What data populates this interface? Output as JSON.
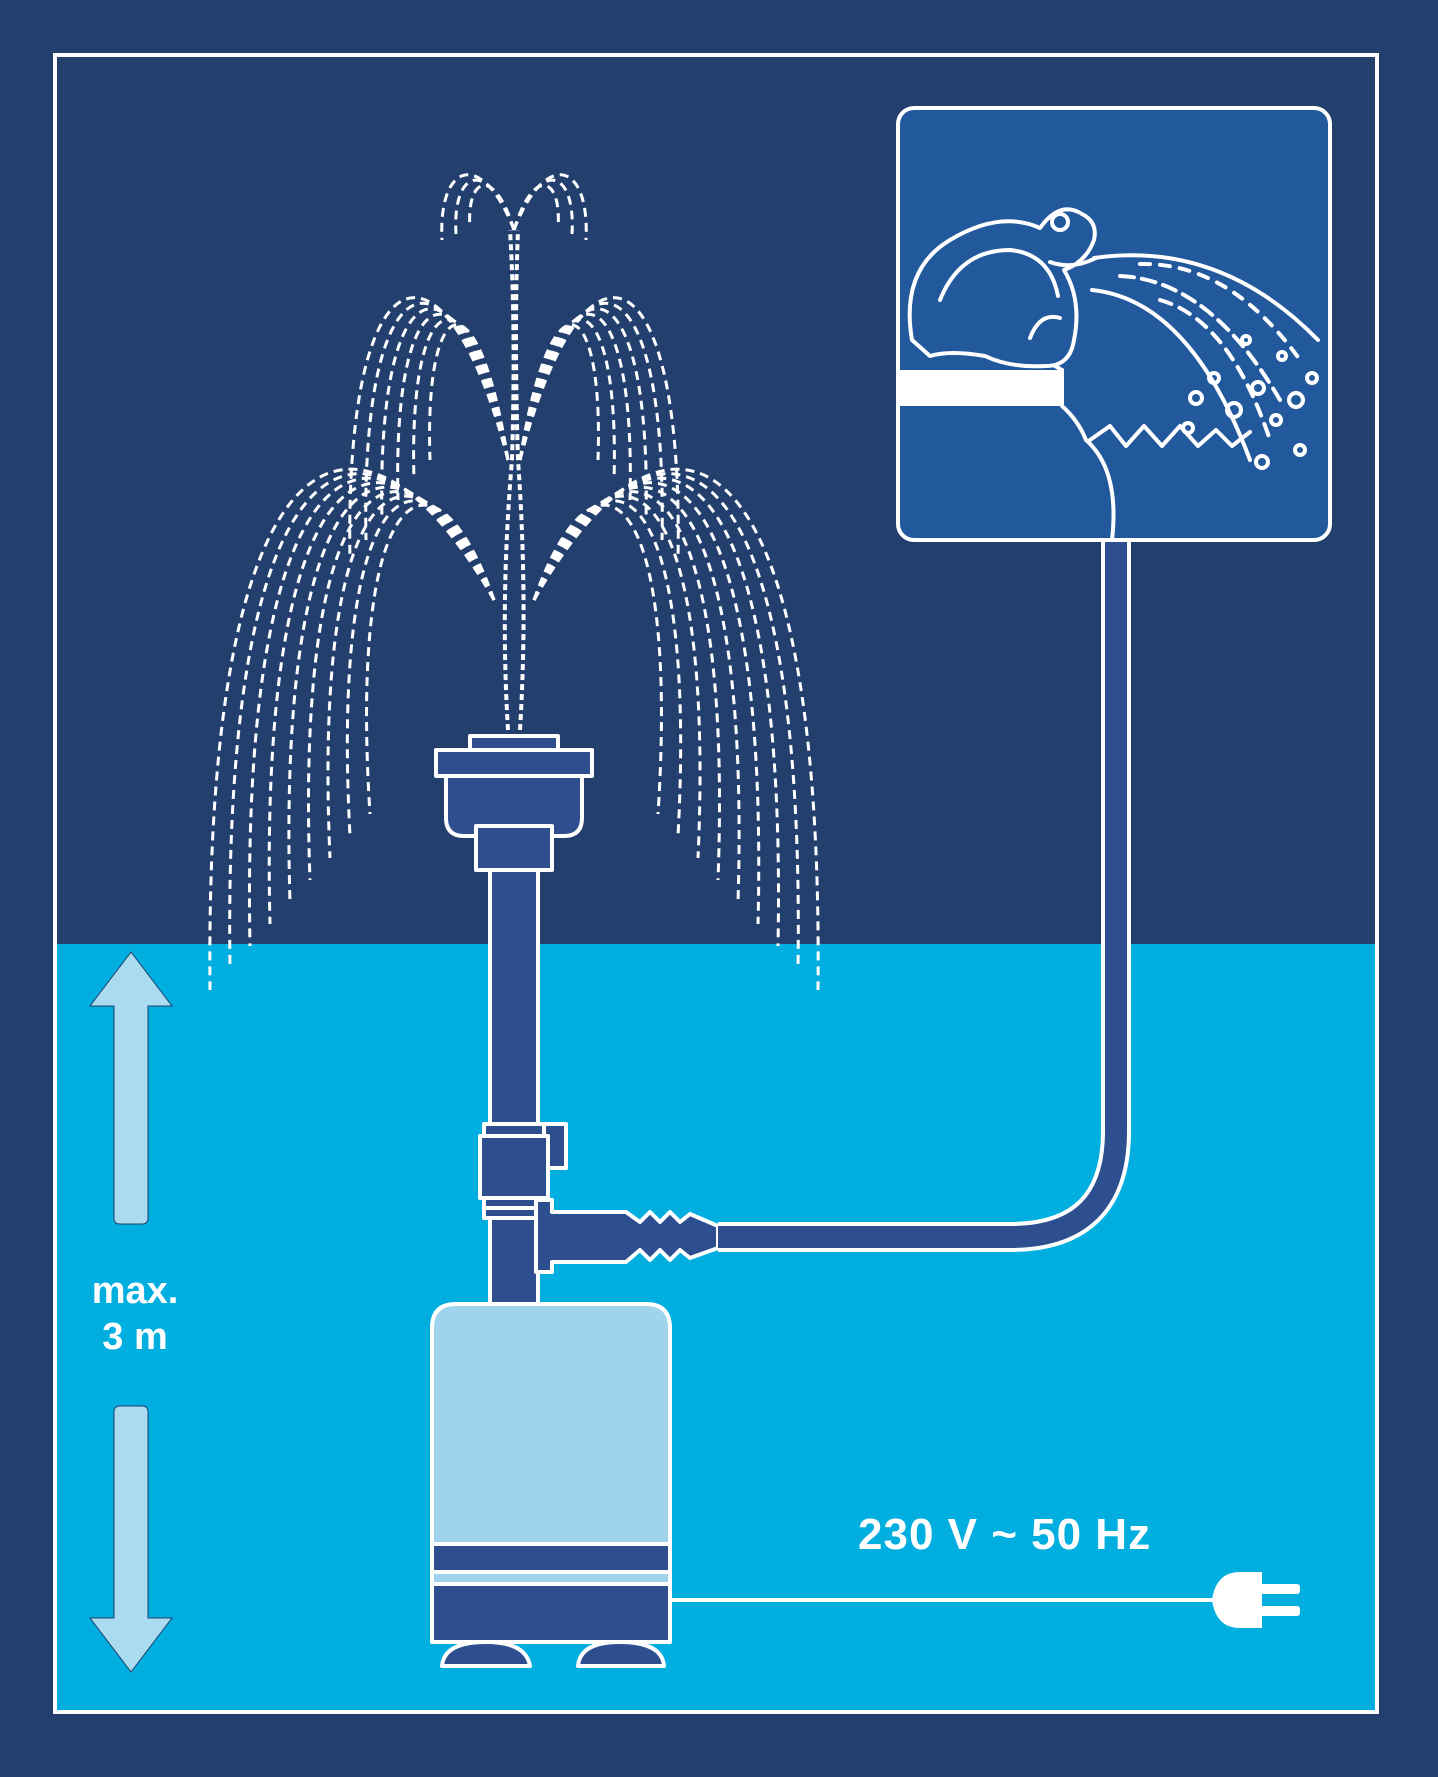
{
  "height_label": {
    "line1": "max.",
    "line2": "3 m"
  },
  "power_label": "230 V ~ 50 Hz",
  "colors": {
    "background_navy": "#223f6e",
    "water": "#00aedf",
    "pump_light": "#9fd4ec",
    "pipe_blue": "#2e4f8f",
    "sign_blue": "#22589c",
    "line_white": "#ffffff",
    "arrow_fill": "#a9dcf0"
  },
  "icons": [
    "fountain-spray-icon",
    "frog-spitter-icon",
    "power-plug-icon",
    "double-arrow-icon"
  ]
}
